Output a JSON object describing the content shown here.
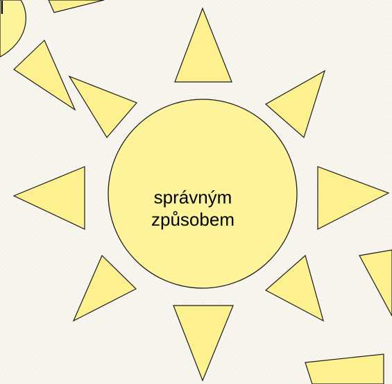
{
  "colors": {
    "background": "#f7f5ee",
    "sun_fill": "#fdf39a",
    "ray_fill": "#fdf08e",
    "outline": "#1a1a1a"
  },
  "center_circle": {
    "line1": "správným",
    "line2": "způsobem"
  },
  "corner_fragment": "l"
}
